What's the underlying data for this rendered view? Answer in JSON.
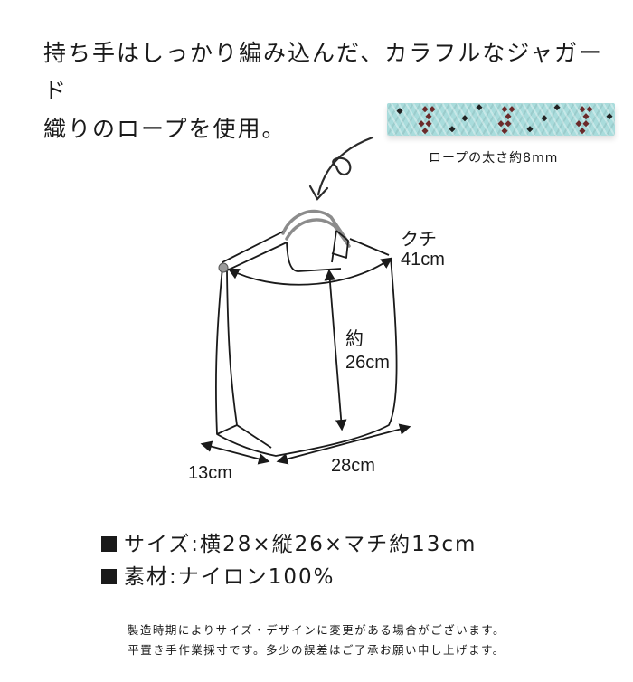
{
  "headline": {
    "line1": "持ち手はしっかり編み込んだ、カラフルなジャガード",
    "line2": "織りのロープを使用。"
  },
  "rope_detail": {
    "caption": "ロープの太さ約8mm",
    "colors": {
      "base": "#a9dcdc",
      "pattern_dark": "#6b2a2a",
      "pattern_black": "#222222"
    }
  },
  "diagram": {
    "gusset_label": "クチ",
    "gusset_value": "41cm",
    "height_label": "約",
    "height_value": "26cm",
    "depth_value": "13cm",
    "width_value": "28cm",
    "handle_color": "#8c8c8c"
  },
  "specs": [
    {
      "text": "サイズ:横28×縦26×マチ約13cm"
    },
    {
      "text": "素材:ナイロン100%"
    }
  ],
  "notes": [
    "製造時期によりサイズ・デザインに変更がある場合がございます。",
    "平置き手作業採寸です。多少の誤差はご了承お願い申し上げます。"
  ]
}
